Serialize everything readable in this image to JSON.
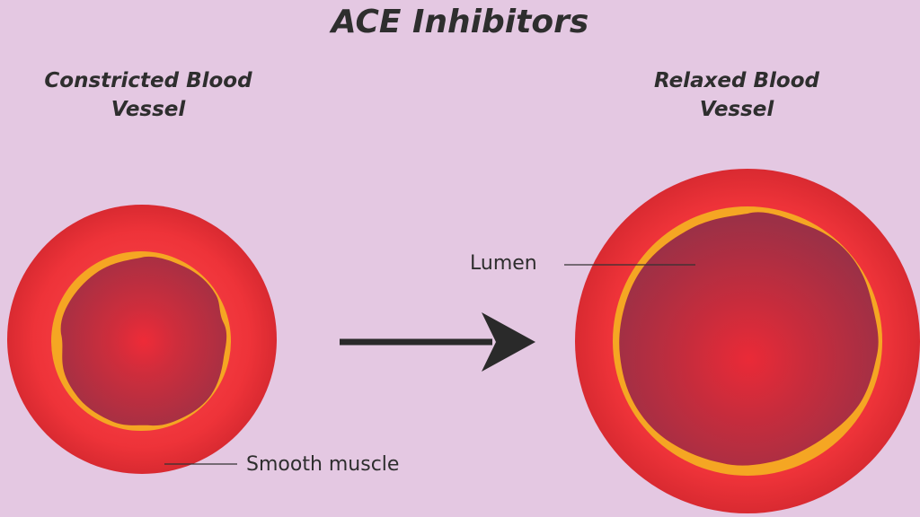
{
  "title": "ACE Inhibitors",
  "left_vessel": {
    "label_line1": "Constricted Blood",
    "label_line2": "Vessel"
  },
  "right_vessel": {
    "label_line1": "Relaxed Blood",
    "label_line2": "Vessel"
  },
  "callouts": {
    "lumen": "Lumen",
    "smooth_muscle": "Smooth muscle"
  },
  "colors": {
    "background": "#e4c8e2",
    "outer_wall": "#e8323a",
    "inner_lining": "#f5a623",
    "lumen": "#c0283b",
    "text": "#2e2e2e"
  }
}
